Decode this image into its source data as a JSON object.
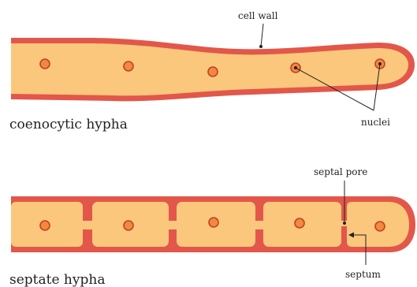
{
  "labels": {
    "cell_wall": "cell wall",
    "coenocytic_hypha": "coenocytic hypha",
    "nuclei": "nuclei",
    "septal_pore": "septal pore",
    "septate_hypha": "septate hypha",
    "septum": "septum"
  },
  "colors": {
    "wall": "#e2574a",
    "cytoplasm": "#fbc77c",
    "nucleus_fill": "#f08a3c",
    "nucleus_outline": "#c2402e",
    "annotation_line": "#222222"
  },
  "coenocytic": {
    "nucleus_count": 5
  },
  "septate": {
    "compartment_count": 5,
    "septum_count": 4,
    "nucleus_count": 5
  }
}
